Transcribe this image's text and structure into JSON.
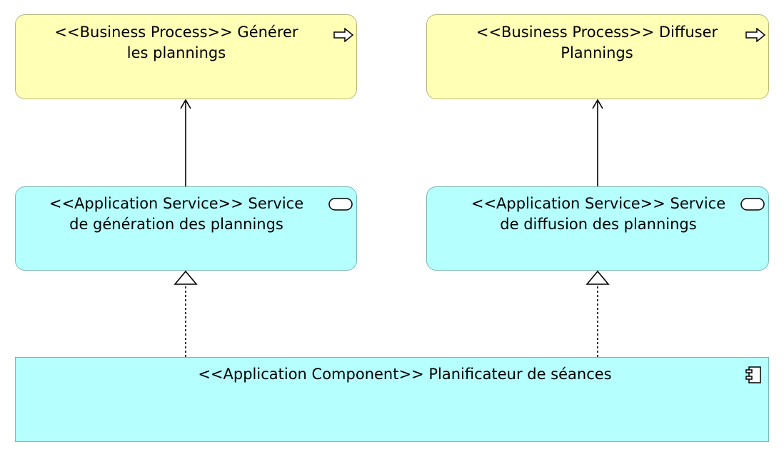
{
  "diagram": {
    "business_processes": [
      {
        "id": "bp-generer",
        "label": "<<Business Process>> Générer\nles plannings",
        "icon": "process-arrow-icon"
      },
      {
        "id": "bp-diffuser",
        "label": "<<Business Process>> Diffuser\nPlannings",
        "icon": "process-arrow-icon"
      }
    ],
    "application_services": [
      {
        "id": "svc-generation",
        "label": "<<Application Service>> Service\nde génération des plannings",
        "icon": "service-pill-icon"
      },
      {
        "id": "svc-diffusion",
        "label": "<<Application Service>> Service\nde diffusion des plannings",
        "icon": "service-pill-icon"
      }
    ],
    "application_component": {
      "id": "comp-planificateur",
      "label": "<<Application Component>> Planificateur de séances",
      "icon": "component-icon"
    },
    "relationships": [
      {
        "type": "serving",
        "from": "svc-generation",
        "to": "bp-generer"
      },
      {
        "type": "serving",
        "from": "svc-diffusion",
        "to": "bp-diffuser"
      },
      {
        "type": "realization",
        "from": "comp-planificateur",
        "to": "svc-generation"
      },
      {
        "type": "realization",
        "from": "comp-planificateur",
        "to": "svc-diffusion"
      }
    ],
    "colors": {
      "business_fill": "#ffffb5",
      "business_border": "#b7b77a",
      "application_fill": "#b5ffff",
      "application_border": "#7ab7b7",
      "edge": "#000000"
    }
  }
}
